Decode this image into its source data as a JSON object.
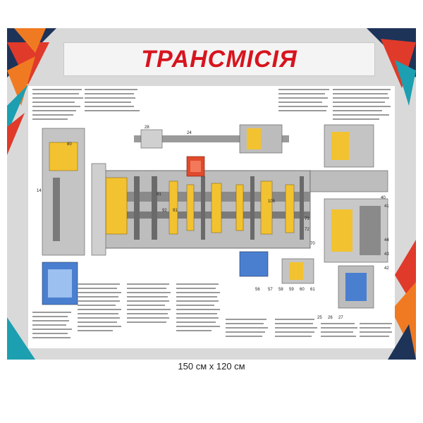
{
  "title": "ТРАНСМІСІЯ",
  "size_caption": "150 см х 120 см",
  "colors": {
    "title_red": "#d7141e",
    "accent_teal": "#1c9fb0",
    "accent_orange": "#f07a22",
    "accent_red": "#e03a2a",
    "accent_navy": "#1d3358",
    "panel_gray": "#d9d9d9",
    "part_yellow": "#f2c230",
    "part_blue": "#4a7fd0",
    "part_red": "#e04a2a"
  },
  "callouts": [
    "24",
    "14",
    "105",
    "40",
    "41",
    "44",
    "43",
    "42",
    "92",
    "91",
    "81",
    "80",
    "56",
    "57",
    "58",
    "59",
    "60",
    "61",
    "70",
    "72",
    "73",
    "28",
    "25",
    "26",
    "27"
  ]
}
